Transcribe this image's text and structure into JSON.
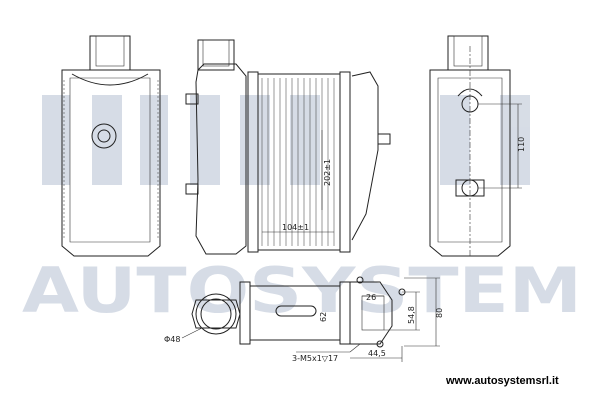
{
  "watermark": {
    "text": "AUTOSYSTEM",
    "color": "#c9d1de"
  },
  "website": "www.autosystemsrl.it",
  "dimensions": {
    "height_right": "110",
    "height_core": "202±1",
    "width_core": "104±1",
    "depth_62": "62",
    "pipe_diameter": "Φ48",
    "bolt_spec": "3-M5x1▽17",
    "width_26": "26",
    "height_54": "54,8",
    "height_80": "80",
    "width_44": "44,5"
  }
}
